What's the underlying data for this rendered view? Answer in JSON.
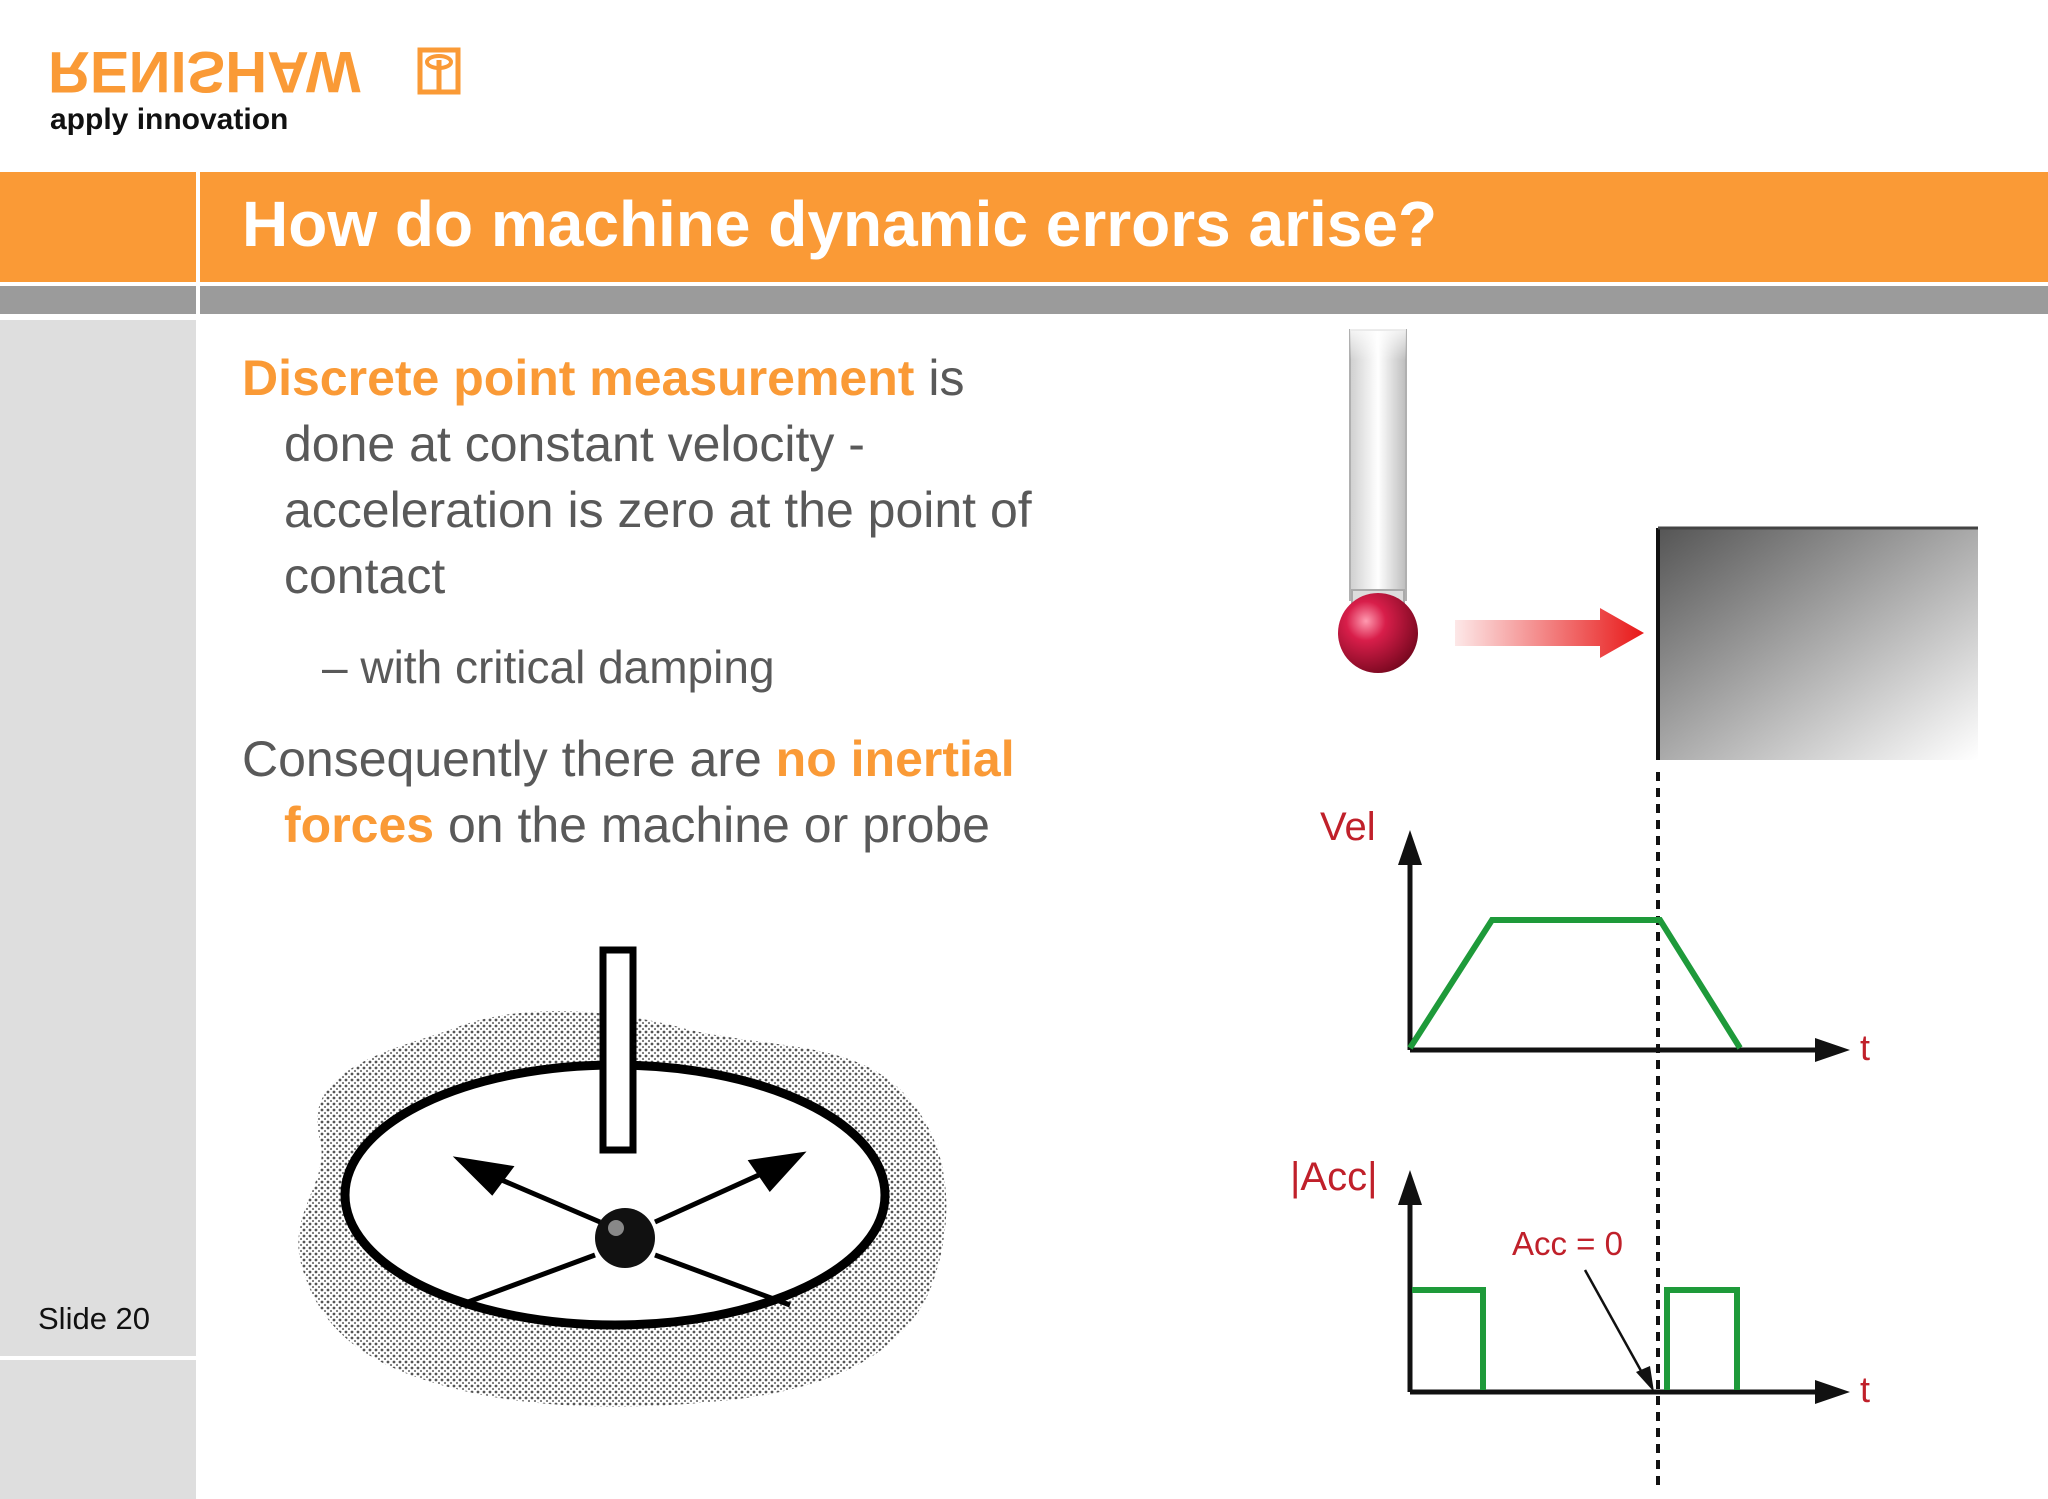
{
  "brand": {
    "logo_text": "RENISHAW",
    "tagline": "apply innovation"
  },
  "slide": {
    "title": "How do machine dynamic errors arise?",
    "number_label": "Slide 20"
  },
  "content": {
    "para1_highlight": "Discrete point measurement",
    "para1_text_a": " is",
    "para1_line2": "done at constant velocity -",
    "para1_line3": "acceleration is zero at the point of",
    "para1_line4": "contact",
    "sub_bullet": "– with critical damping",
    "para2_text_a": "Consequently there are ",
    "para2_highlight_a": "no inertial",
    "para2_highlight_b": "forces",
    "para2_text_b": " on the machine or probe"
  },
  "diagram": {
    "vel_label": "Vel",
    "acc_label": "|Acc|",
    "time_label_1": "t",
    "time_label_2": "t",
    "acc_zero_label": "Acc = 0"
  },
  "colors": {
    "orange": "#fa9a36",
    "grey_band": "#9b9b9b",
    "rail": "#dedede",
    "curve_green": "#1e9a3a",
    "label_red": "#c0202a",
    "arrow_red": "#e81818"
  }
}
